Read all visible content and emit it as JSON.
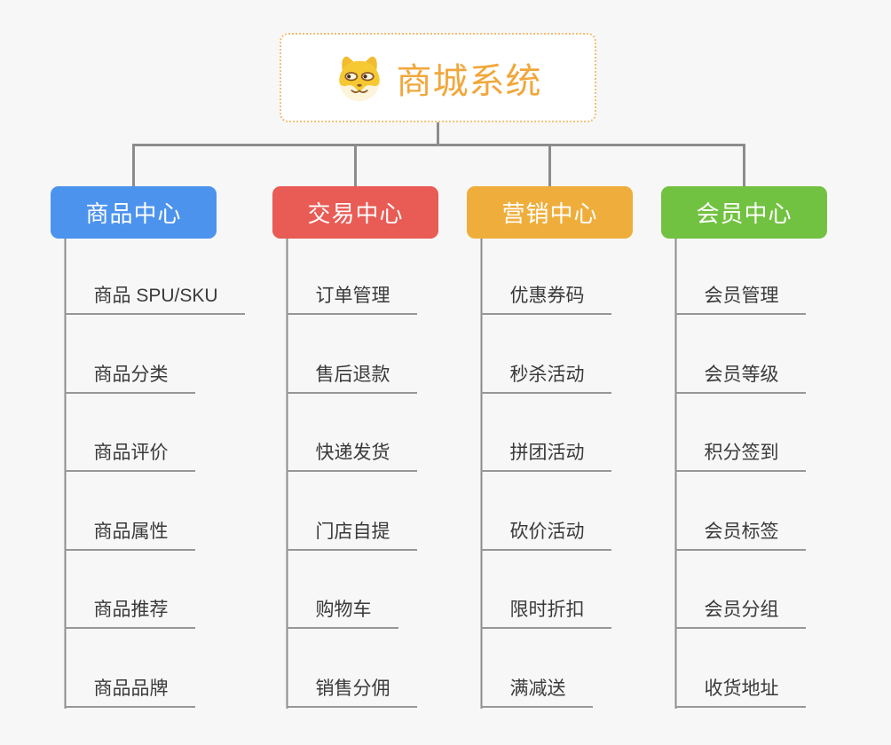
{
  "page": {
    "background": "#F7F7F7"
  },
  "root": {
    "title": "商城系统",
    "icon": "doge-icon",
    "text_color": "#F1A73B",
    "border_color": "#F3BE75"
  },
  "connector_color": "#8C8C8C",
  "leaf_line_color": "#979797",
  "leaf_text_color": "#3A3A3A",
  "branches": [
    {
      "label": "商品中心",
      "color": "#4C93EE",
      "children": [
        "商品 SPU/SKU",
        "商品分类",
        "商品评价",
        "商品属性",
        "商品推荐",
        "商品品牌"
      ]
    },
    {
      "label": "交易中心",
      "color": "#E95B55",
      "children": [
        "订单管理",
        "售后退款",
        "快递发货",
        "门店自提",
        "购物车",
        "销售分佣"
      ]
    },
    {
      "label": "营销中心",
      "color": "#EFAE3C",
      "children": [
        "优惠券码",
        "秒杀活动",
        "拼团活动",
        "砍价活动",
        "限时折扣",
        "满减送"
      ]
    },
    {
      "label": "会员中心",
      "color": "#72C241",
      "children": [
        "会员管理",
        "会员等级",
        "积分签到",
        "会员标签",
        "会员分组",
        "收货地址"
      ]
    }
  ]
}
